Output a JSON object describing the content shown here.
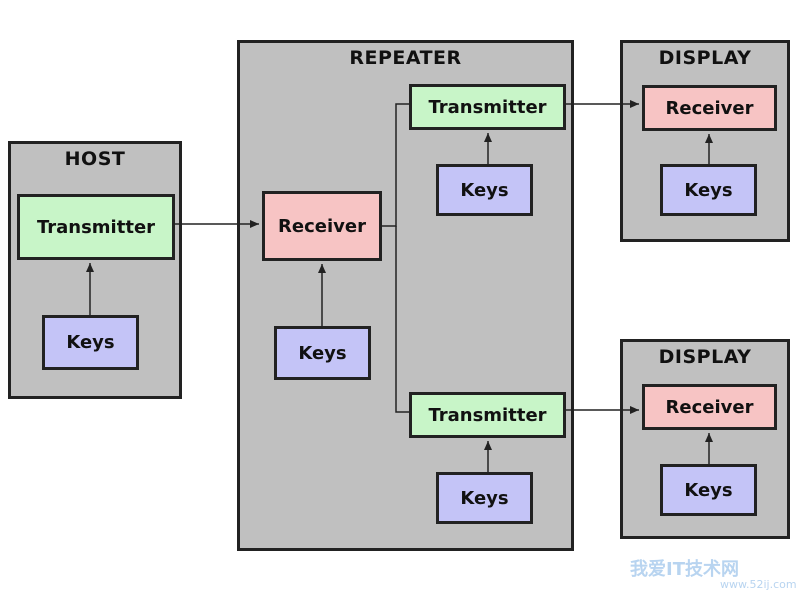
{
  "host": {
    "title": "HOST",
    "transmitter": "Transmitter",
    "keys": "Keys"
  },
  "repeater": {
    "title": "REPEATER",
    "receiver": "Receiver",
    "keys": "Keys",
    "transmitter_top": "Transmitter",
    "keys_top": "Keys",
    "transmitter_bottom": "Transmitter",
    "keys_bottom": "Keys"
  },
  "display_top": {
    "title": "DISPLAY",
    "receiver": "Receiver",
    "keys": "Keys"
  },
  "display_bottom": {
    "title": "DISPLAY",
    "receiver": "Receiver",
    "keys": "Keys"
  },
  "watermark": {
    "text": "我爱IT技术网",
    "url": "www.52ij.com"
  },
  "colors": {
    "transmitter": "#c8f5c8",
    "receiver": "#f7c4c4",
    "keys": "#c4c4f7",
    "panel": "#c0c0c0"
  }
}
